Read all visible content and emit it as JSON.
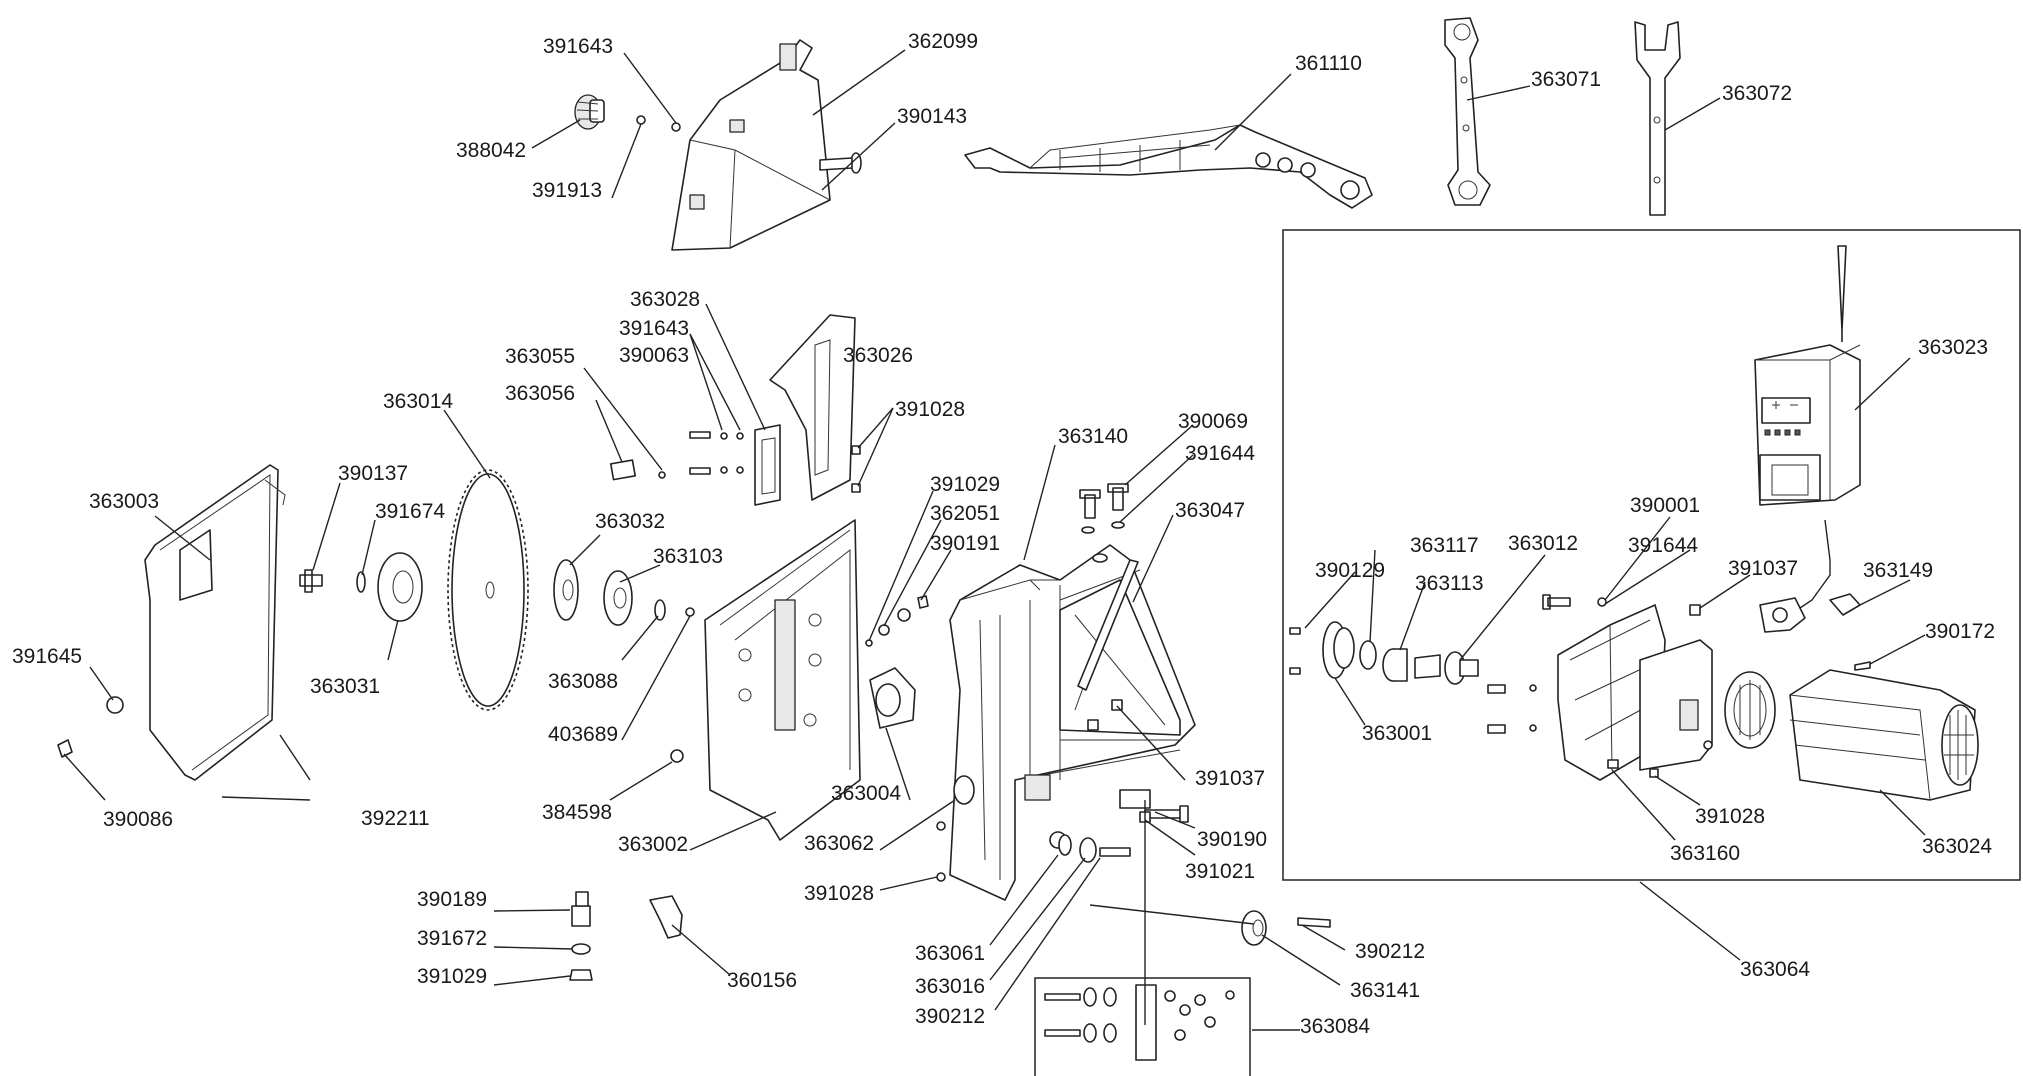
{
  "labels": {
    "l391643a": "391643",
    "l362099": "362099",
    "l388042": "388042",
    "l391913": "391913",
    "l390143": "390143",
    "l361110": "361110",
    "l363071": "363071",
    "l363072": "363072",
    "l363028": "363028",
    "l391643b": "391643",
    "l390063": "390063",
    "l363026": "363026",
    "l363055": "363055",
    "l363056": "363056",
    "l363014": "363014",
    "l391028a": "391028",
    "l363003": "363003",
    "l390137": "390137",
    "l391674": "391674",
    "l363032": "363032",
    "l363103": "363103",
    "l391645": "391645",
    "l363031": "363031",
    "l363088": "363088",
    "l403689": "403689",
    "l390086": "390086",
    "l392211": "392211",
    "l384598": "384598",
    "l363002": "363002",
    "l363004": "363004",
    "l391029a": "391029",
    "l362051": "362051",
    "l390191": "390191",
    "l363140": "363140",
    "l390069": "390069",
    "l391644a": "391644",
    "l363047": "363047",
    "l391037a": "391037",
    "l390190": "390190",
    "l391021": "391021",
    "l363062": "363062",
    "l391028b": "391028",
    "l363061": "363061",
    "l363016": "363016",
    "l390212a": "390212",
    "l390189": "390189",
    "l391672": "391672",
    "l391029b": "391029",
    "l360156": "360156",
    "l390212b": "390212",
    "l363141": "363141",
    "l363084": "363084",
    "l363023": "363023",
    "l390001": "390001",
    "l363117": "363117",
    "l363012": "363012",
    "l391644b": "391644",
    "l390129": "390129",
    "l363113": "363113",
    "l391037b": "391037",
    "l363149": "363149",
    "l390172": "390172",
    "l363001": "363001",
    "l391028c": "391028",
    "l363160": "363160",
    "l363024": "363024",
    "l363064": "363064"
  }
}
